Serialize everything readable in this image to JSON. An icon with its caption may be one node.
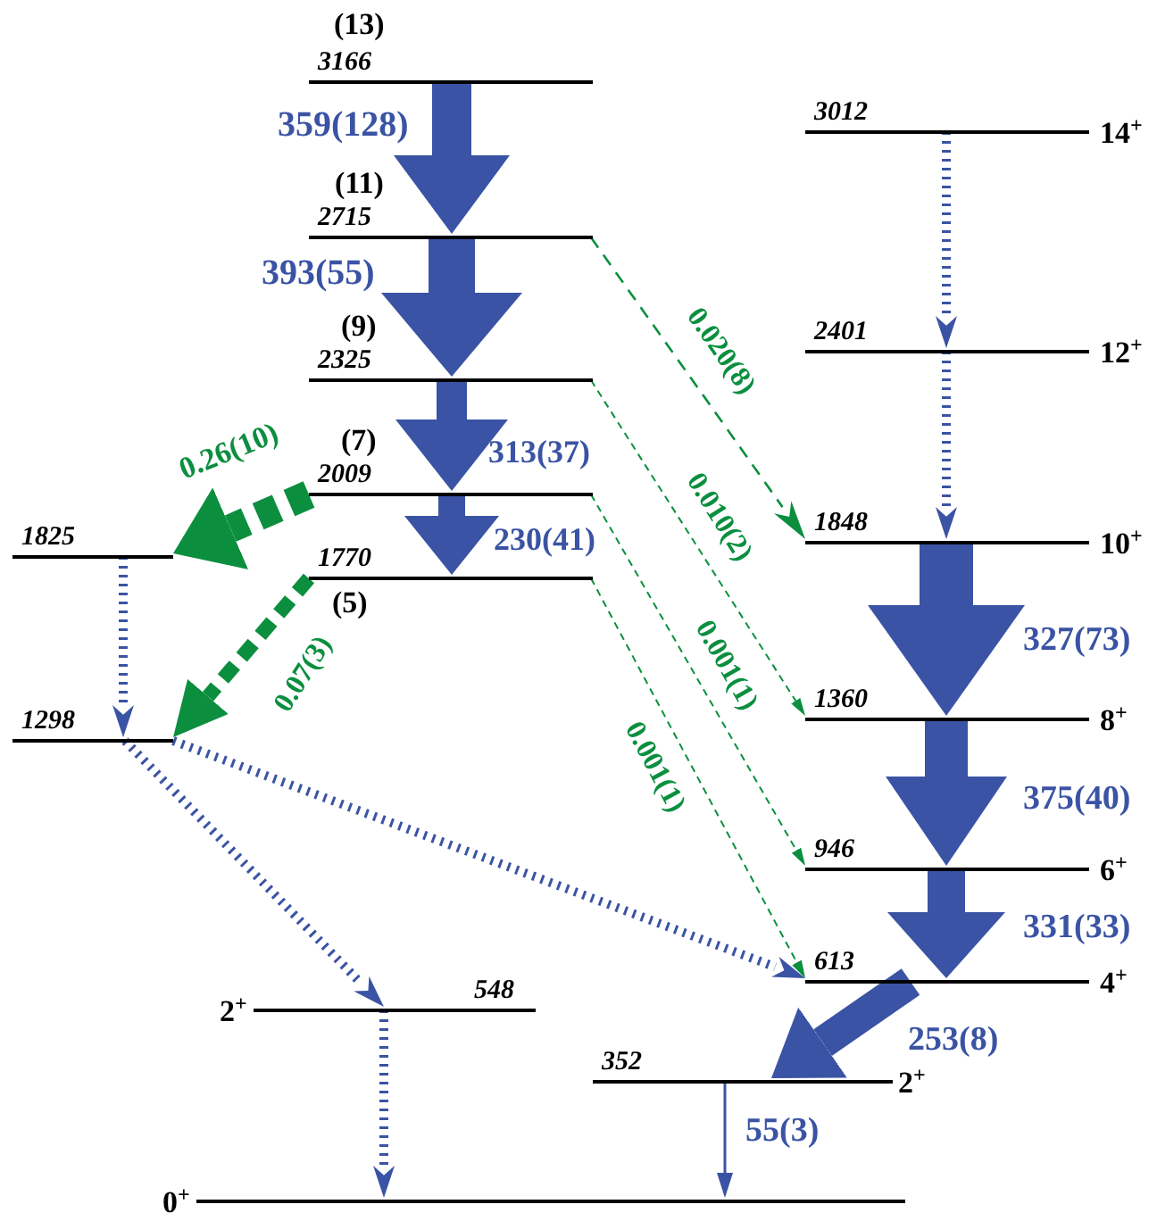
{
  "diagram": {
    "nodes": [
      {
        "text": [
          "3166"
        ],
        "beside": [
          "(13)"
        ]
      },
      {
        "text": [
          "2715"
        ],
        "beside": [
          "(11)"
        ]
      },
      {
        "text": [
          "2325"
        ],
        "beside": [
          "(9)"
        ]
      },
      {
        "text": [
          "2009"
        ],
        "beside": [
          "(7)"
        ]
      },
      {
        "text": [
          "1770"
        ],
        "beside": [
          "(5)"
        ]
      },
      {
        "text": [
          "1825"
        ]
      },
      {
        "text": [
          "1298"
        ]
      },
      {
        "text": [
          "548"
        ],
        "beside": [
          "2$^{+}$"
        ]
      },
      {
        "text": [],
        "shape": "bar",
        "beside": [
          "0$^{+}$"
        ]
      },
      {
        "text": [
          "3012"
        ],
        "beside": [
          "14$^{+}$"
        ]
      },
      {
        "text": [
          "2401"
        ],
        "beside": [
          "12$^{+}$"
        ]
      },
      {
        "text": [
          "1848"
        ],
        "beside": [
          "10$^{+}$"
        ]
      },
      {
        "text": [
          "1360"
        ],
        "beside": [
          "8$^{+}$"
        ]
      },
      {
        "text": [
          "946"
        ],
        "beside": [
          "6$^{+}$"
        ]
      },
      {
        "text": [
          "613"
        ],
        "beside": [
          "4$^{+}$"
        ]
      },
      {
        "text": [
          "352"
        ],
        "beside": [
          "2$^{+}$"
        ]
      }
    ],
    "edges": [
      {
        "from": 0,
        "to": 1,
        "arrow": "to",
        "label": "359(128)",
        "style": "thick"
      },
      {
        "from": 1,
        "to": 2,
        "arrow": "to",
        "label": "393(55)",
        "style": "thick"
      },
      {
        "from": 2,
        "to": 3,
        "arrow": "to",
        "label": "313(37)",
        "style": "thick"
      },
      {
        "from": 3,
        "to": 4,
        "arrow": "to",
        "label": "230(41)",
        "style": "thick"
      },
      {
        "from": 3,
        "to": 5,
        "arrow": "to",
        "label": "0.26(10)",
        "style": "dashed",
        "color": "#0b8f3f"
      },
      {
        "from": 4,
        "to": 6,
        "arrow": "to",
        "label": "0.07(3)",
        "style": "dashed",
        "color": "#0b8f3f"
      },
      {
        "from": 5,
        "to": 6,
        "arrow": "to",
        "style": "dashed"
      },
      {
        "from": 6,
        "to": 7,
        "arrow": "to",
        "style": "dashed"
      },
      {
        "from": 6,
        "to": 14,
        "arrow": "to",
        "style": "dashed"
      },
      {
        "from": 7,
        "to": 8,
        "arrow": "to",
        "style": "dashed"
      },
      {
        "from": 9,
        "to": 10,
        "arrow": "to",
        "style": "dashed"
      },
      {
        "from": 10,
        "to": 11,
        "arrow": "to",
        "style": "dashed"
      },
      {
        "from": 11,
        "to": 12,
        "arrow": "to",
        "label": "327(73)",
        "style": "thick"
      },
      {
        "from": 12,
        "to": 13,
        "arrow": "to",
        "label": "375(40)",
        "style": "thick"
      },
      {
        "from": 13,
        "to": 14,
        "arrow": "to",
        "label": "331(33)",
        "style": "thick"
      },
      {
        "from": 14,
        "to": 15,
        "arrow": "to",
        "label": "253(8)",
        "style": "thick"
      },
      {
        "from": 15,
        "to": 8,
        "arrow": "to",
        "label": "55(3)"
      },
      {
        "from": 1,
        "to": 11,
        "arrow": "to",
        "label": "0.020(8)",
        "style": "dashed",
        "color": "#0b8f3f"
      },
      {
        "from": 2,
        "to": 12,
        "arrow": "to",
        "label": "0.010(2)",
        "style": "dashed",
        "color": "#0b8f3f"
      },
      {
        "from": 3,
        "to": 13,
        "arrow": "to",
        "label": "0.001(1)",
        "style": "dashed",
        "color": "#0b8f3f"
      },
      {
        "from": 4,
        "to": 14,
        "arrow": "to",
        "label": "0.001(1)",
        "style": "dashed",
        "color": "#0b8f3f"
      }
    ]
  }
}
